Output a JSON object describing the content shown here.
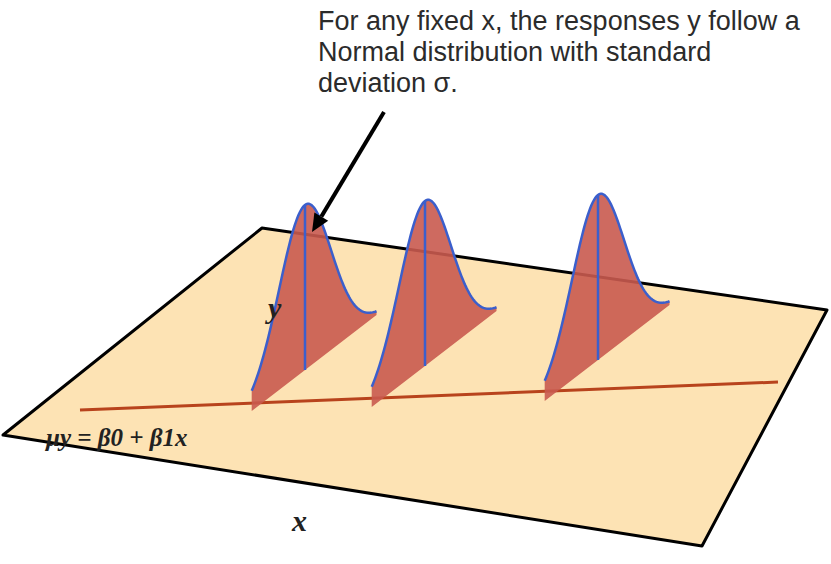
{
  "diagram": {
    "labels": [
      "For any fixed x, the responses y follow a Normal distribution with standard deviation σ.",
      "y",
      "x",
      "μy = β0 + β1x"
    ]
  }
}
